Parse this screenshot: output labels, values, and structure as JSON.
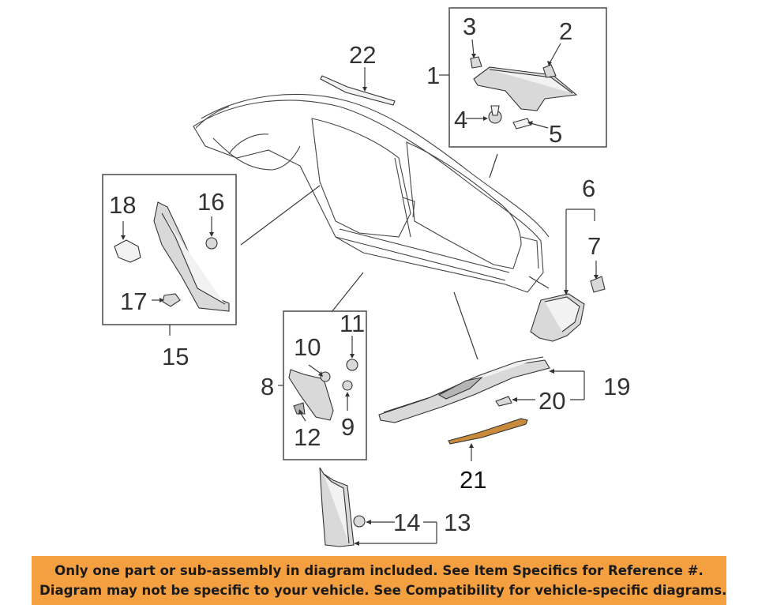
{
  "callouts": {
    "c1": "1",
    "c2": "2",
    "c3": "3",
    "c4": "4",
    "c5": "5",
    "c6": "6",
    "c7": "7",
    "c8": "8",
    "c9": "9",
    "c10": "10",
    "c11": "11",
    "c12": "12",
    "c13": "13",
    "c14": "14",
    "c15": "15",
    "c16": "16",
    "c17": "17",
    "c18": "18",
    "c19": "19",
    "c20": "20",
    "c21": "21",
    "c22": "22"
  },
  "disclaimer": {
    "line1": "Only one part or sub-assembly in diagram included. See Item Specifics for Reference #.",
    "line2": "Diagram may not be specific to your vehicle. See Compatibility for vehicle-specific diagrams."
  },
  "colors": {
    "disclaimer_bg": "#f4a040",
    "line": "#333333",
    "highlight_strip": "#c98a3c"
  }
}
